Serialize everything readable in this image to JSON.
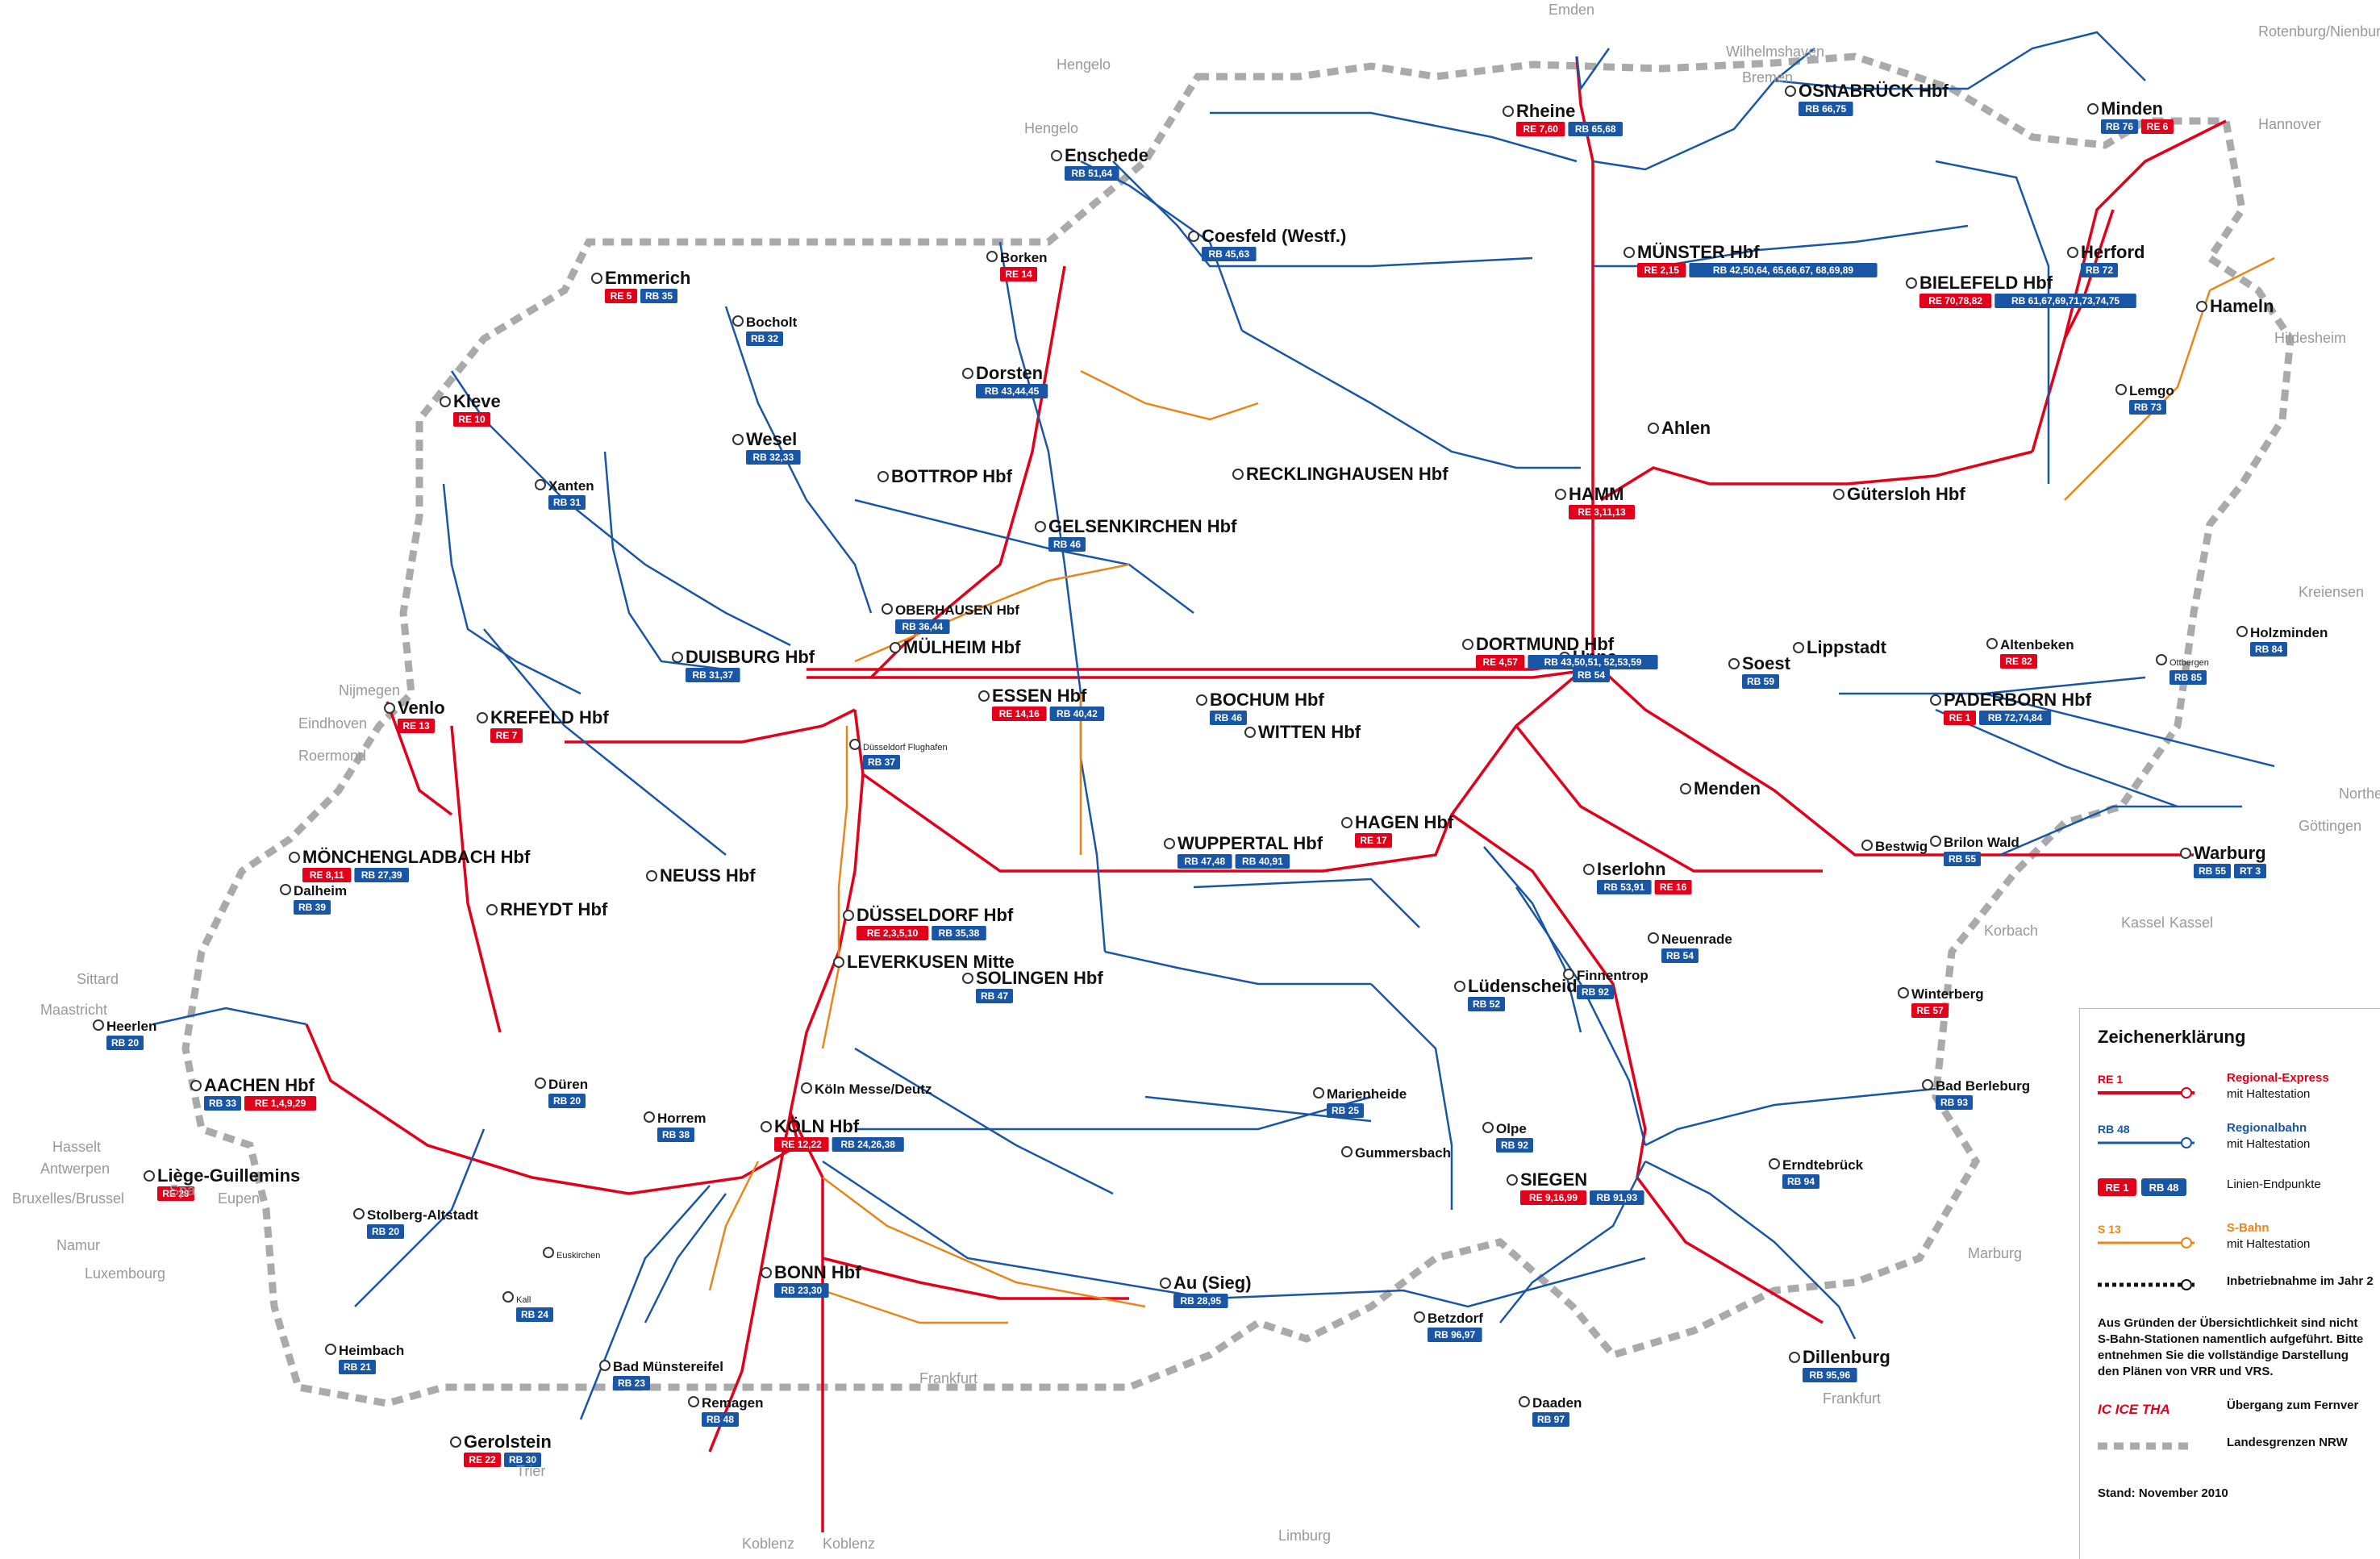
{
  "colors": {
    "regional_express": "#e2001a",
    "regionalbahn": "#1a56a6",
    "s_bahn": "#e8861a",
    "border": "#aaaaaa",
    "external": "#999999"
  },
  "external_destinations": [
    "Emden",
    "Bremen",
    "Wilhelmshaven",
    "Hengelo",
    "Hengelo",
    "Rotenburg/Nienburg",
    "Hannover",
    "Hildesheim",
    "Kreiensen",
    "Göttingen",
    "Kassel",
    "Kassel",
    "Korbach",
    "Marburg",
    "Frankfurt",
    "Frankfurt",
    "Koblenz",
    "Koblenz",
    "Trier",
    "Limburg",
    "Nijmegen",
    "Eindhoven",
    "Roermond",
    "Sittard",
    "Maastricht",
    "Hasselt",
    "Antwerpen",
    "Spa",
    "Bruxelles/Brussel",
    "Namur",
    "Eupen",
    "Luxembourg",
    "Northeim"
  ],
  "major_stations": [
    {
      "name": "MÜNSTER Hbf",
      "lines": [
        "RE 2,15",
        "RB 42,50,64, 65,66,67, 68,69,89"
      ]
    },
    {
      "name": "OSNABRÜCK Hbf",
      "lines": [
        "RB 66,75"
      ]
    },
    {
      "name": "BIELEFELD Hbf",
      "lines": [
        "RE 70,78,82",
        "RB 61,67,69,71,73,74,75"
      ]
    },
    {
      "name": "Minden",
      "lines": [
        "RB 76",
        "RE 6"
      ]
    },
    {
      "name": "Rheine",
      "lines": [
        "RE 7,60",
        "RB 65,68"
      ]
    },
    {
      "name": "Herford",
      "lines": [
        "RB 72"
      ]
    },
    {
      "name": "Enschede",
      "lines": [
        "RB 51,64"
      ]
    },
    {
      "name": "Coesfeld (Westf.)",
      "lines": [
        "RB 45,63"
      ]
    },
    {
      "name": "Emmerich",
      "lines": [
        "RE 5",
        "RB 35"
      ]
    },
    {
      "name": "Kleve",
      "lines": [
        "RE 10"
      ]
    },
    {
      "name": "Wesel",
      "lines": [
        "RB 32,33"
      ]
    },
    {
      "name": "Bocholt",
      "lines": [
        "RB 32"
      ]
    },
    {
      "name": "Dorsten",
      "lines": [
        "RB 43,44,45"
      ]
    },
    {
      "name": "Borken",
      "lines": [
        "RE 14"
      ]
    },
    {
      "name": "Xanten",
      "lines": [
        "RB 31"
      ]
    },
    {
      "name": "BOTTROP Hbf",
      "lines": []
    },
    {
      "name": "GELSENKIRCHEN Hbf",
      "lines": [
        "RB 46"
      ]
    },
    {
      "name": "RECKLINGHAUSEN Hbf",
      "lines": []
    },
    {
      "name": "HAMM",
      "lines": [
        "RE 3,11,13"
      ]
    },
    {
      "name": "Ahlen",
      "lines": []
    },
    {
      "name": "Gütersloh Hbf",
      "lines": []
    },
    {
      "name": "Lemgo",
      "lines": [
        "RB 73"
      ]
    },
    {
      "name": "DUISBURG Hbf",
      "lines": [
        "RB 31,37"
      ]
    },
    {
      "name": "OBERHAUSEN Hbf",
      "lines": [
        "RB 36,44"
      ]
    },
    {
      "name": "MÜLHEIM Hbf",
      "lines": []
    },
    {
      "name": "ESSEN Hbf",
      "lines": [
        "RE 14,16",
        "RB 40,42"
      ]
    },
    {
      "name": "BOCHUM Hbf",
      "lines": [
        "RB 46"
      ]
    },
    {
      "name": "DORTMUND Hbf",
      "lines": [
        "RE 4,57",
        "RB 43,50,51, 52,53,59"
      ]
    },
    {
      "name": "Unna",
      "lines": [
        "RB 54"
      ]
    },
    {
      "name": "Soest",
      "lines": [
        "RB 59"
      ]
    },
    {
      "name": "Lippstadt",
      "lines": []
    },
    {
      "name": "PADERBORN Hbf",
      "lines": [
        "RE 1",
        "RB 72,74,84"
      ]
    },
    {
      "name": "Holzminden",
      "lines": [
        "RB 84"
      ]
    },
    {
      "name": "Ottbergen",
      "lines": [
        "RB 85"
      ]
    },
    {
      "name": "Altenbeken",
      "lines": [
        "RE 82"
      ]
    },
    {
      "name": "Hameln",
      "lines": []
    },
    {
      "name": "Venlo",
      "lines": [
        "RE 13"
      ]
    },
    {
      "name": "KREFELD Hbf",
      "lines": [
        "RE 7"
      ]
    },
    {
      "name": "MÖNCHENGLADBACH Hbf",
      "lines": [
        "RE 8,11",
        "RB 27,39"
      ]
    },
    {
      "name": "RHEYDT Hbf",
      "lines": []
    },
    {
      "name": "Dalheim",
      "lines": [
        "RB 39"
      ]
    },
    {
      "name": "NEUSS Hbf",
      "lines": []
    },
    {
      "name": "Düsseldorf Flughafen",
      "lines": [
        "RB 37"
      ]
    },
    {
      "name": "DÜSSELDORF Hbf",
      "lines": [
        "RE 2,3,5,10",
        "RB 35,38"
      ]
    },
    {
      "name": "WUPPERTAL Hbf",
      "lines": [
        "RB 47,48",
        "RB 40,91"
      ]
    },
    {
      "name": "HAGEN Hbf",
      "lines": [
        "RE 17"
      ]
    },
    {
      "name": "WITTEN Hbf",
      "lines": []
    },
    {
      "name": "SOLINGEN Hbf",
      "lines": [
        "RB 47"
      ]
    },
    {
      "name": "Iserlohn",
      "lines": [
        "RB 53,91",
        "RE 16"
      ]
    },
    {
      "name": "Menden",
      "lines": []
    },
    {
      "name": "Neuenrade",
      "lines": [
        "RB 54"
      ]
    },
    {
      "name": "Lüdenscheid",
      "lines": [
        "RB 52"
      ]
    },
    {
      "name": "Finnentrop",
      "lines": [
        "RB 92"
      ]
    },
    {
      "name": "Warburg",
      "lines": [
        "RB 55",
        "RT 3"
      ]
    },
    {
      "name": "Brilon Wald",
      "lines": [
        "RB 55"
      ]
    },
    {
      "name": "Bestwig",
      "lines": []
    },
    {
      "name": "Winterberg",
      "lines": [
        "RE 57"
      ]
    },
    {
      "name": "AACHEN Hbf",
      "lines": [
        "RB 33",
        "RE 1,4,9,29"
      ]
    },
    {
      "name": "Heerlen",
      "lines": [
        "RB 20"
      ]
    },
    {
      "name": "Liège-Guillemins",
      "lines": [
        "RE 29"
      ]
    },
    {
      "name": "Düren",
      "lines": [
        "RB 20"
      ]
    },
    {
      "name": "Horrem",
      "lines": [
        "RB 38"
      ]
    },
    {
      "name": "KÖLN Hbf",
      "lines": [
        "RE 12,22",
        "RB 24,26,38"
      ]
    },
    {
      "name": "Köln Messe/Deutz",
      "lines": []
    },
    {
      "name": "LEVERKUSEN Mitte",
      "lines": []
    },
    {
      "name": "Marienheide",
      "lines": [
        "RB 25"
      ]
    },
    {
      "name": "Gummersbach",
      "lines": []
    },
    {
      "name": "BONN Hbf",
      "lines": [
        "RB 23,30"
      ]
    },
    {
      "name": "Bad Münstereifel",
      "lines": [
        "RB 23"
      ]
    },
    {
      "name": "Euskirchen",
      "lines": []
    },
    {
      "name": "Heimbach",
      "lines": [
        "RB 21"
      ]
    },
    {
      "name": "Kall",
      "lines": [
        "RB 24"
      ]
    },
    {
      "name": "Gerolstein",
      "lines": [
        "RE 22",
        "RB 30"
      ]
    },
    {
      "name": "Remagen",
      "lines": [
        "RB 48"
      ]
    },
    {
      "name": "Au (Sieg)",
      "lines": [
        "RB 28,95"
      ]
    },
    {
      "name": "Betzdorf",
      "lines": [
        "RB 96,97"
      ]
    },
    {
      "name": "SIEGEN",
      "lines": [
        "RE 9,16,99",
        "RB 91,93"
      ]
    },
    {
      "name": "Olpe",
      "lines": [
        "RB 92"
      ]
    },
    {
      "name": "Bad Berleburg",
      "lines": [
        "RB 93"
      ]
    },
    {
      "name": "Erndtebrück",
      "lines": [
        "RB 94"
      ]
    },
    {
      "name": "Dillenburg",
      "lines": [
        "RB 95,96"
      ]
    },
    {
      "name": "Daaden",
      "lines": [
        "RB 97"
      ]
    },
    {
      "name": "Stolberg-Altstadt",
      "lines": [
        "RB 20"
      ]
    }
  ],
  "legend": {
    "title": "Zeichenerklärung",
    "re_sample": "RE 1",
    "re_label": "Regional-Express",
    "re_sub": "mit Haltestation",
    "rb_sample": "RB 48",
    "rb_label": "Regionalbahn",
    "rb_sub": "mit Haltestation",
    "end_re": "RE 1",
    "end_rb": "RB 48",
    "end_label": "Linien-Endpunkte",
    "s_sample": "S 13",
    "s_label": "S-Bahn",
    "s_sub": "mit Haltestation",
    "plan_label": "Inbetriebnahme im Jahr 2",
    "note": "Aus Gründen der Übersichtlichkeit sind nicht S-Bahn-Stationen namentlich aufgeführt. Bitte entnehmen Sie die vollständige Darstellung den Plänen von VRR und VRS.",
    "fern_sample": "IC ICE THA",
    "fern_label": "Übergang zum Fernver",
    "border_label": "Landesgrenzen NRW",
    "stand": "Stand: November 2010"
  }
}
